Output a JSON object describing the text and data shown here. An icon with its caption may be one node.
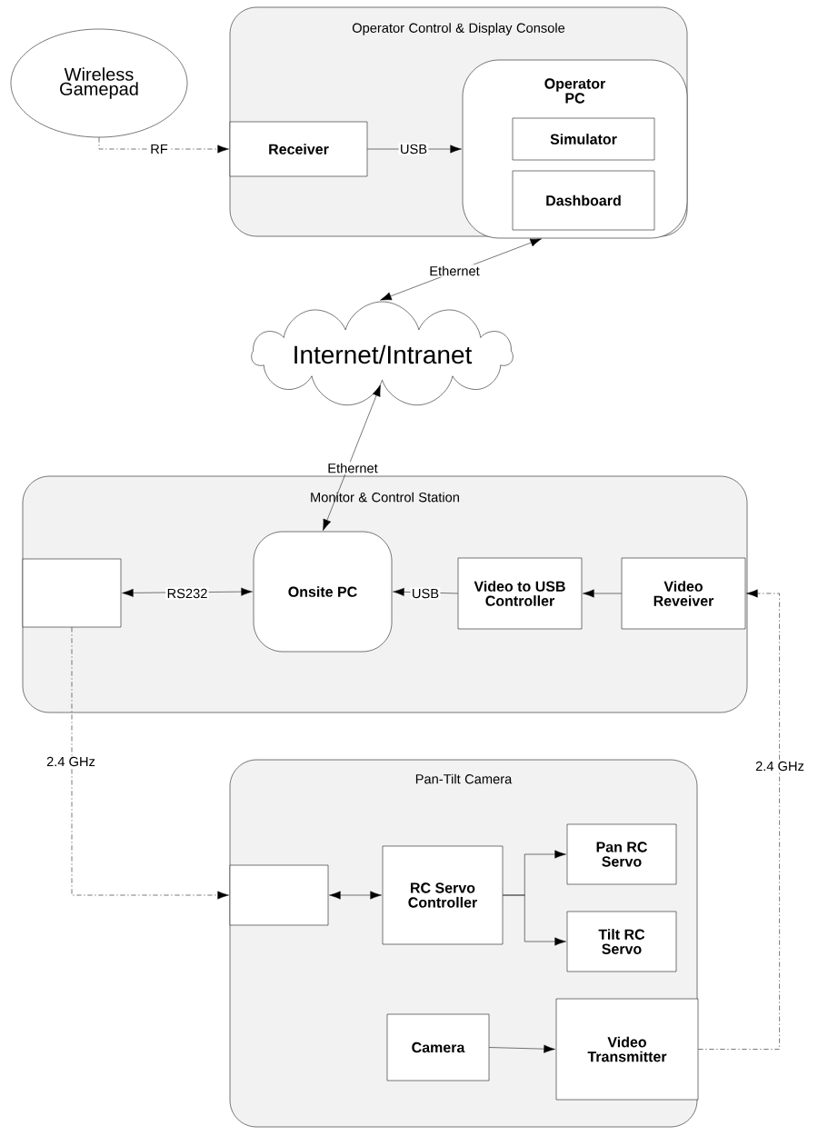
{
  "diagram": {
    "nodes": [
      {
        "text": [
          "Wireless Gamepad"
        ]
      },
      {
        "text": [
          "Operator Control & Display Console"
        ]
      },
      {
        "text": [
          "Receiver"
        ],
        "in": 1
      },
      {
        "text": [
          "Operator PC"
        ],
        "in": 1
      },
      {
        "text": [
          "Simulator"
        ],
        "in": 3
      },
      {
        "text": [
          "Dashboard"
        ],
        "in": 3
      },
      {
        "text": [
          "Internet/Intranet"
        ]
      },
      {
        "text": [
          "Monitor & Control Station"
        ]
      },
      {
        "text": [],
        "shape": "box",
        "in": 7
      },
      {
        "text": [
          "Onsite PC"
        ],
        "in": 7
      },
      {
        "text": [
          "Video to USB Controller"
        ],
        "in": 7
      },
      {
        "text": [
          "Video Reveiver"
        ],
        "in": 7
      },
      {
        "text": [
          "Pan-Tilt Camera"
        ]
      },
      {
        "text": [],
        "shape": "box",
        "in": 12
      },
      {
        "text": [
          "RC Servo Controller"
        ],
        "in": 12
      },
      {
        "text": [
          "Pan RC Servo"
        ],
        "in": 12
      },
      {
        "text": [
          "Tilt RC Servo"
        ],
        "in": 12
      },
      {
        "text": [
          "Camera"
        ],
        "in": 12
      },
      {
        "text": [
          "Video Transmitter"
        ],
        "in": 12
      }
    ],
    "edges": [
      {
        "from": 0,
        "to": 2,
        "arrow": "to",
        "label": "RF",
        "style": "dashed"
      },
      {
        "from": 2,
        "to": 3,
        "arrow": "to",
        "label": "USB"
      },
      {
        "from": 6,
        "to": 3,
        "arrow": "both",
        "label": "Ethernet"
      },
      {
        "from": 9,
        "to": 6,
        "arrow": "both",
        "label": "Ethernet"
      },
      {
        "from": 8,
        "to": 9,
        "arrow": "both",
        "label": "RS232"
      },
      {
        "from": 10,
        "to": 9,
        "arrow": "to",
        "label": "USB"
      },
      {
        "from": 11,
        "to": 10,
        "arrow": "to"
      },
      {
        "from": 8,
        "to": 13,
        "arrow": "to",
        "label": "2.4 GHz",
        "style": "dashed"
      },
      {
        "from": 13,
        "to": 14,
        "arrow": "both"
      },
      {
        "from": 14,
        "to": 15,
        "arrow": "to"
      },
      {
        "from": 14,
        "to": 16,
        "arrow": "to"
      },
      {
        "from": 18,
        "to": 11,
        "arrow": "to",
        "label": "2.4 GHz",
        "style": "dashed"
      },
      {
        "from": 17,
        "to": 18,
        "arrow": "to"
      }
    ]
  }
}
